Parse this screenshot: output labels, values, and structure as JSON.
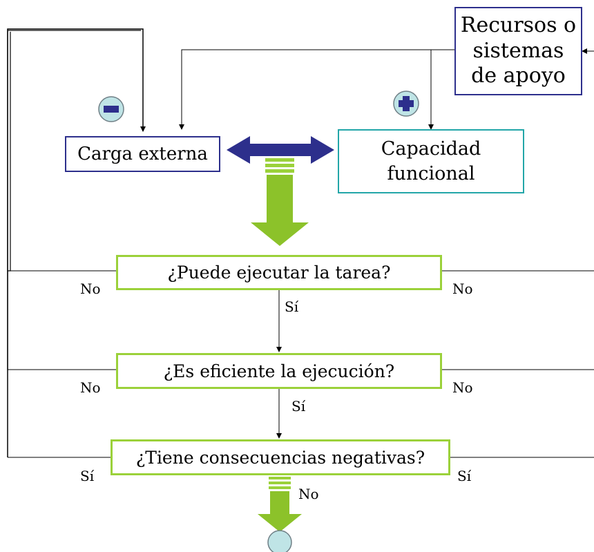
{
  "nodes": {
    "recursos": {
      "line1": "Recursos o",
      "line2": "sistemas",
      "line3": "de apoyo"
    },
    "carga": {
      "text": "Carga externa"
    },
    "capacidad": {
      "line1": "Capacidad",
      "line2": "funcional"
    },
    "q1": {
      "text": "¿Puede ejecutar la tarea?"
    },
    "q2": {
      "text": "¿Es eficiente la ejecución?"
    },
    "q3": {
      "text": "¿Tiene consecuencias negativas?"
    }
  },
  "labels": {
    "q1_left": "No",
    "q1_right": "No",
    "q1_down": "Sí",
    "q2_left": "No",
    "q2_right": "No",
    "q2_down": "Sí",
    "q3_left": "Sí",
    "q3_right": "Sí",
    "q3_down": "No"
  },
  "icons": {
    "minus": "minus-circle-icon",
    "plus": "plus-circle-icon"
  },
  "colors": {
    "navy": "#2d2f8c",
    "teal": "#22a6a8",
    "green": "#9bd13a",
    "circle_fill": "#bfe4e6"
  }
}
